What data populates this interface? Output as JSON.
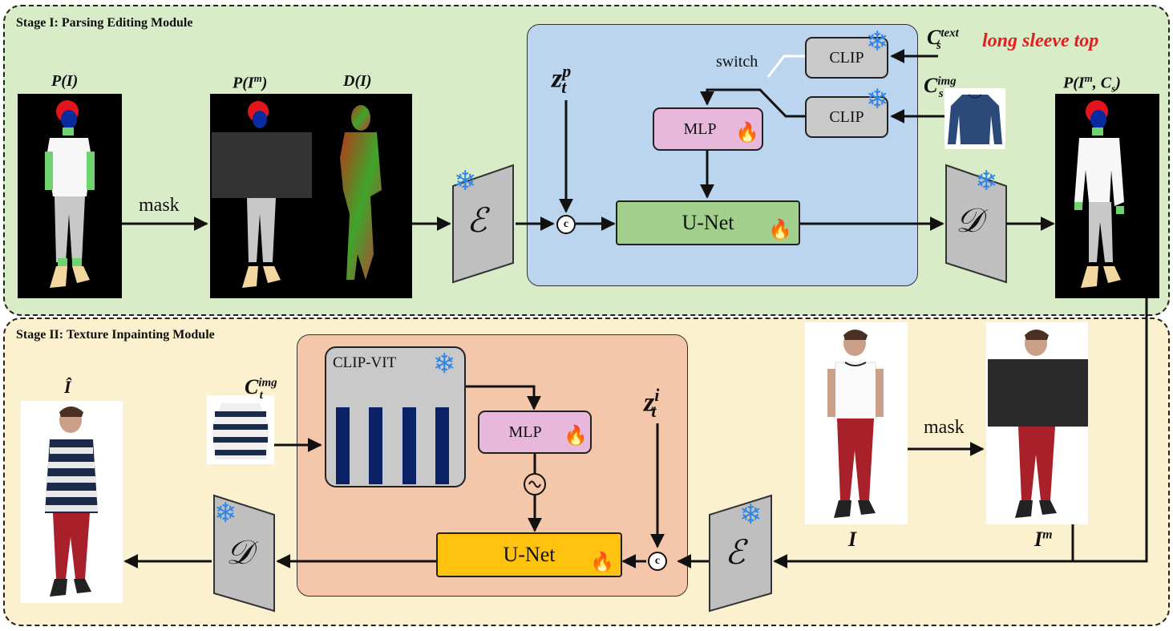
{
  "stage1": {
    "title": "Stage I: Parsing Editing Module"
  },
  "stage2": {
    "title": "Stage II: Texture Inpainting Module"
  },
  "labels": {
    "p_i": "P(I)",
    "p_im": "P(I",
    "p_im_sup": "m",
    "d_i": "D(I)",
    "p_out": "P(I",
    "p_out_sup": "m",
    "p_out_tail": ", C",
    "p_out_sub": "s",
    "mask": "mask",
    "switch": "switch",
    "cs_text_base": "C",
    "cs_text_sup": "text",
    "cs_text_sub": "s",
    "long_sleeve": "long sleeve top",
    "cs_img_base": "C",
    "cs_img_sup": "img",
    "cs_img_sub": "s",
    "zp_base": "z",
    "zp_sup": "p",
    "zp_sub": "t",
    "i_hat": "Î",
    "ct_img_base": "C",
    "ct_img_sup": "img",
    "ct_img_sub": "t",
    "zi_base": "z",
    "zi_sup": "i",
    "zi_sub": "t",
    "i_label": "I",
    "im_base": "I",
    "im_sup": "m",
    "mask2": "mask"
  },
  "modules": {
    "clip_top": "CLIP",
    "clip_bottom": "CLIP",
    "mlp1": "MLP",
    "unet1": "U-Net",
    "encoder1": "ℰ",
    "decoder1": "𝒟",
    "clip_vit": "CLIP-VIT",
    "mlp2": "MLP",
    "unet2": "U-Net",
    "encoder2": "ℰ",
    "decoder2": "𝒟"
  },
  "symbols": {
    "concat": "c",
    "freeze": "❄",
    "train": "🔥"
  },
  "colors": {
    "stage1_bg": "#d9ecc8",
    "stage2_bg": "#fcf1cf",
    "panel1_bg": "#bcd5ee",
    "panel2_bg": "#f4c7aa",
    "unet1": "#a3cf8c",
    "unet2": "#ffc20e",
    "mlp": "#e8b8dc",
    "clip": "#c9c9c9",
    "snowflake": "#2f86e8",
    "flame": "#f0801a",
    "prompt_text": "#e02020",
    "vit_bar": "#0c2266"
  }
}
